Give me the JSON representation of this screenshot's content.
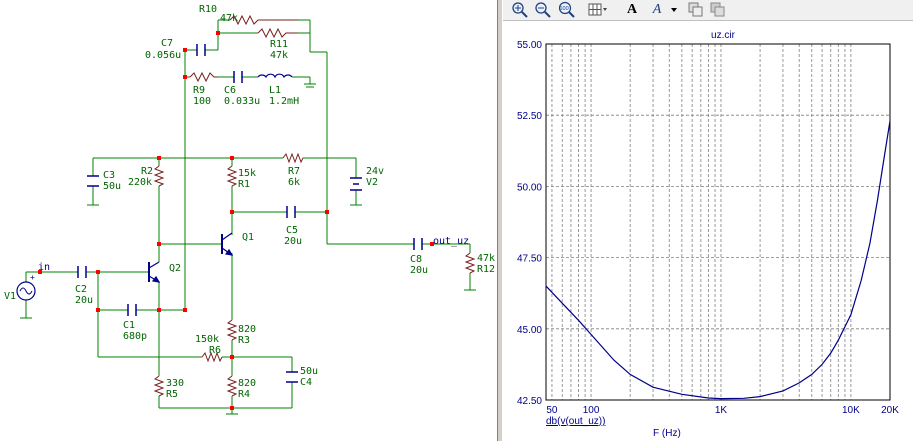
{
  "colors": {
    "wire": "#008000",
    "component": "#7a1f1f",
    "node": "#ff0000",
    "curve": "#00008b",
    "grid": "#808080"
  },
  "toolbar": {
    "zoom_in_icon": "magnifier-plus-icon",
    "zoom_out_icon": "magnifier-minus-icon",
    "zoom_100_label": "100",
    "grid_icon": "grid-icon",
    "font_label": "A",
    "font_style_label": "A",
    "copy_icon": "copy-icon",
    "paste_icon": "paste-icon"
  },
  "schematic": {
    "labels": {
      "r10_name": "R10",
      "r10_val": "47k",
      "c7_name": "C7",
      "c7_val": "0.056u",
      "r11_name": "R11",
      "r11_val": "47k",
      "r9_name": "R9",
      "r9_val": "100",
      "c6_name": "C6",
      "c6_val": "0.033u",
      "l1_name": "L1",
      "l1_val": "1.2mH",
      "c3_name": "C3",
      "c3_val": "50u",
      "r2_name": "R2",
      "r2_val": "220k",
      "r1_val": "15k",
      "r1_name": "R1",
      "r7_name": "R7",
      "r7_val": "6k",
      "v2_val": "24v",
      "v2_name": "V2",
      "c5_name": "C5",
      "c5_val": "20u",
      "q1_name": "Q1",
      "q2_name": "Q2",
      "in_label": "in",
      "out_label": "out_uz",
      "c8_name": "C8",
      "c8_val": "20u",
      "r12_val": "47k",
      "r12_name": "R12",
      "v1_name": "V1",
      "c2_name": "C2",
      "c2_val": "20u",
      "c1_name": "C1",
      "c1_val": "680p",
      "r6_val": "150k",
      "r6_name": "R6",
      "r3_val": "820",
      "r3_name": "R3",
      "c4_val": "50u",
      "c4_name": "C4",
      "r5_val": "330",
      "r5_name": "R5",
      "r4_val": "820",
      "r4_name": "R4"
    }
  },
  "chart_data": {
    "type": "line",
    "title": "uz.cir",
    "xlabel": "F (Hz)",
    "ylabel": "db(v(out_uz))",
    "x_scale": "log",
    "xlim": [
      45,
      20000
    ],
    "ylim": [
      42.5,
      55.0
    ],
    "yticks": [
      "55.00",
      "52.50",
      "50.00",
      "47.50",
      "45.00",
      "42.50"
    ],
    "xticks": [
      {
        "value": 50,
        "label": "50"
      },
      {
        "value": 100,
        "label": "100"
      },
      {
        "value": 1000,
        "label": "1K"
      },
      {
        "value": 10000,
        "label": "10K"
      },
      {
        "value": 20000,
        "label": "20K"
      }
    ],
    "grid": true,
    "series": [
      {
        "x": [
          45,
          60,
          80,
          100,
          150,
          200,
          300,
          500,
          800,
          1000,
          1500,
          2000,
          3000,
          4000,
          5000,
          6000,
          7000,
          8000,
          10000,
          12000,
          14000,
          16000,
          18000,
          20000
        ],
        "y": [
          46.5,
          45.9,
          45.3,
          44.8,
          43.9,
          43.4,
          42.95,
          42.7,
          42.57,
          42.55,
          42.56,
          42.62,
          42.82,
          43.1,
          43.4,
          43.75,
          44.15,
          44.6,
          45.5,
          46.7,
          48.0,
          49.5,
          51.0,
          52.3
        ]
      }
    ]
  }
}
